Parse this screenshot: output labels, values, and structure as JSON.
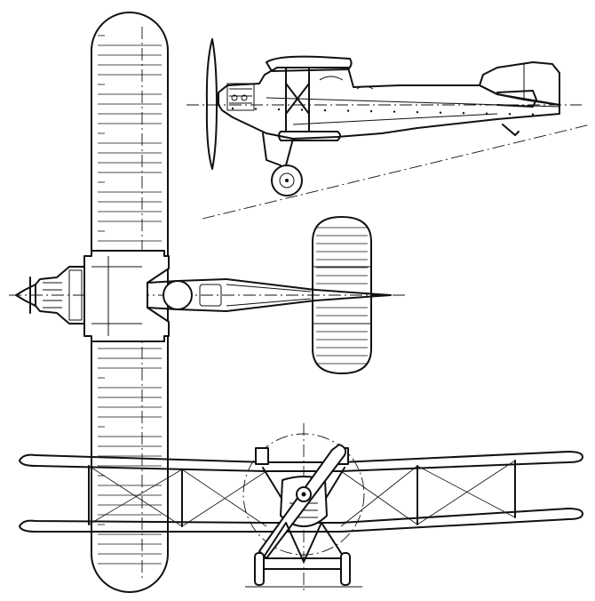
{
  "drawing": {
    "views": [
      "side-elevation",
      "plan-view",
      "front-elevation"
    ],
    "line_color": "#111111",
    "background": "#ffffff"
  }
}
